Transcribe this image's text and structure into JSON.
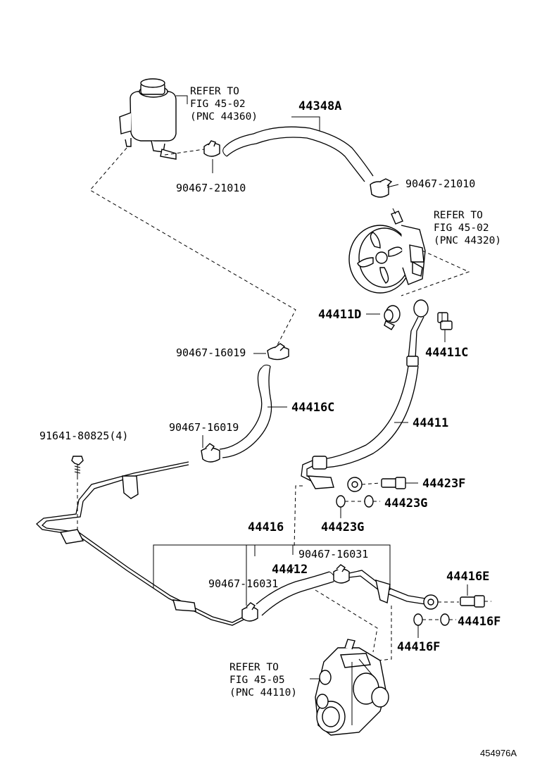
{
  "labels": {
    "p44348A": "44348A",
    "p90467_21010_a": "90467-21010",
    "p90467_21010_b": "90467-21010",
    "p44411D": "44411D",
    "p44411C": "44411C",
    "p90467_16019_a": "90467-16019",
    "p44416C": "44416C",
    "p90467_16019_b": "90467-16019",
    "p91641": "91641-80825(4)",
    "p44411": "44411",
    "p44423F": "44423F",
    "p44423G_a": "44423G",
    "p44423G_b": "44423G",
    "p44416": "44416",
    "p90467_16031_a": "90467-16031",
    "p44412": "44412",
    "p90467_16031_b": "90467-16031",
    "p44416E": "44416E",
    "p44416F_a": "44416F",
    "p44416F_b": "44416F"
  },
  "refs": {
    "reservoir": [
      "REFER TO",
      "FIG 45-02",
      "(PNC 44360)"
    ],
    "pump": [
      "REFER TO",
      "FIG 45-02",
      "(PNC 44320)"
    ],
    "gear": [
      "REFER TO",
      "FIG 45-05",
      "(PNC 44110)"
    ]
  },
  "figure_id": "454976A"
}
